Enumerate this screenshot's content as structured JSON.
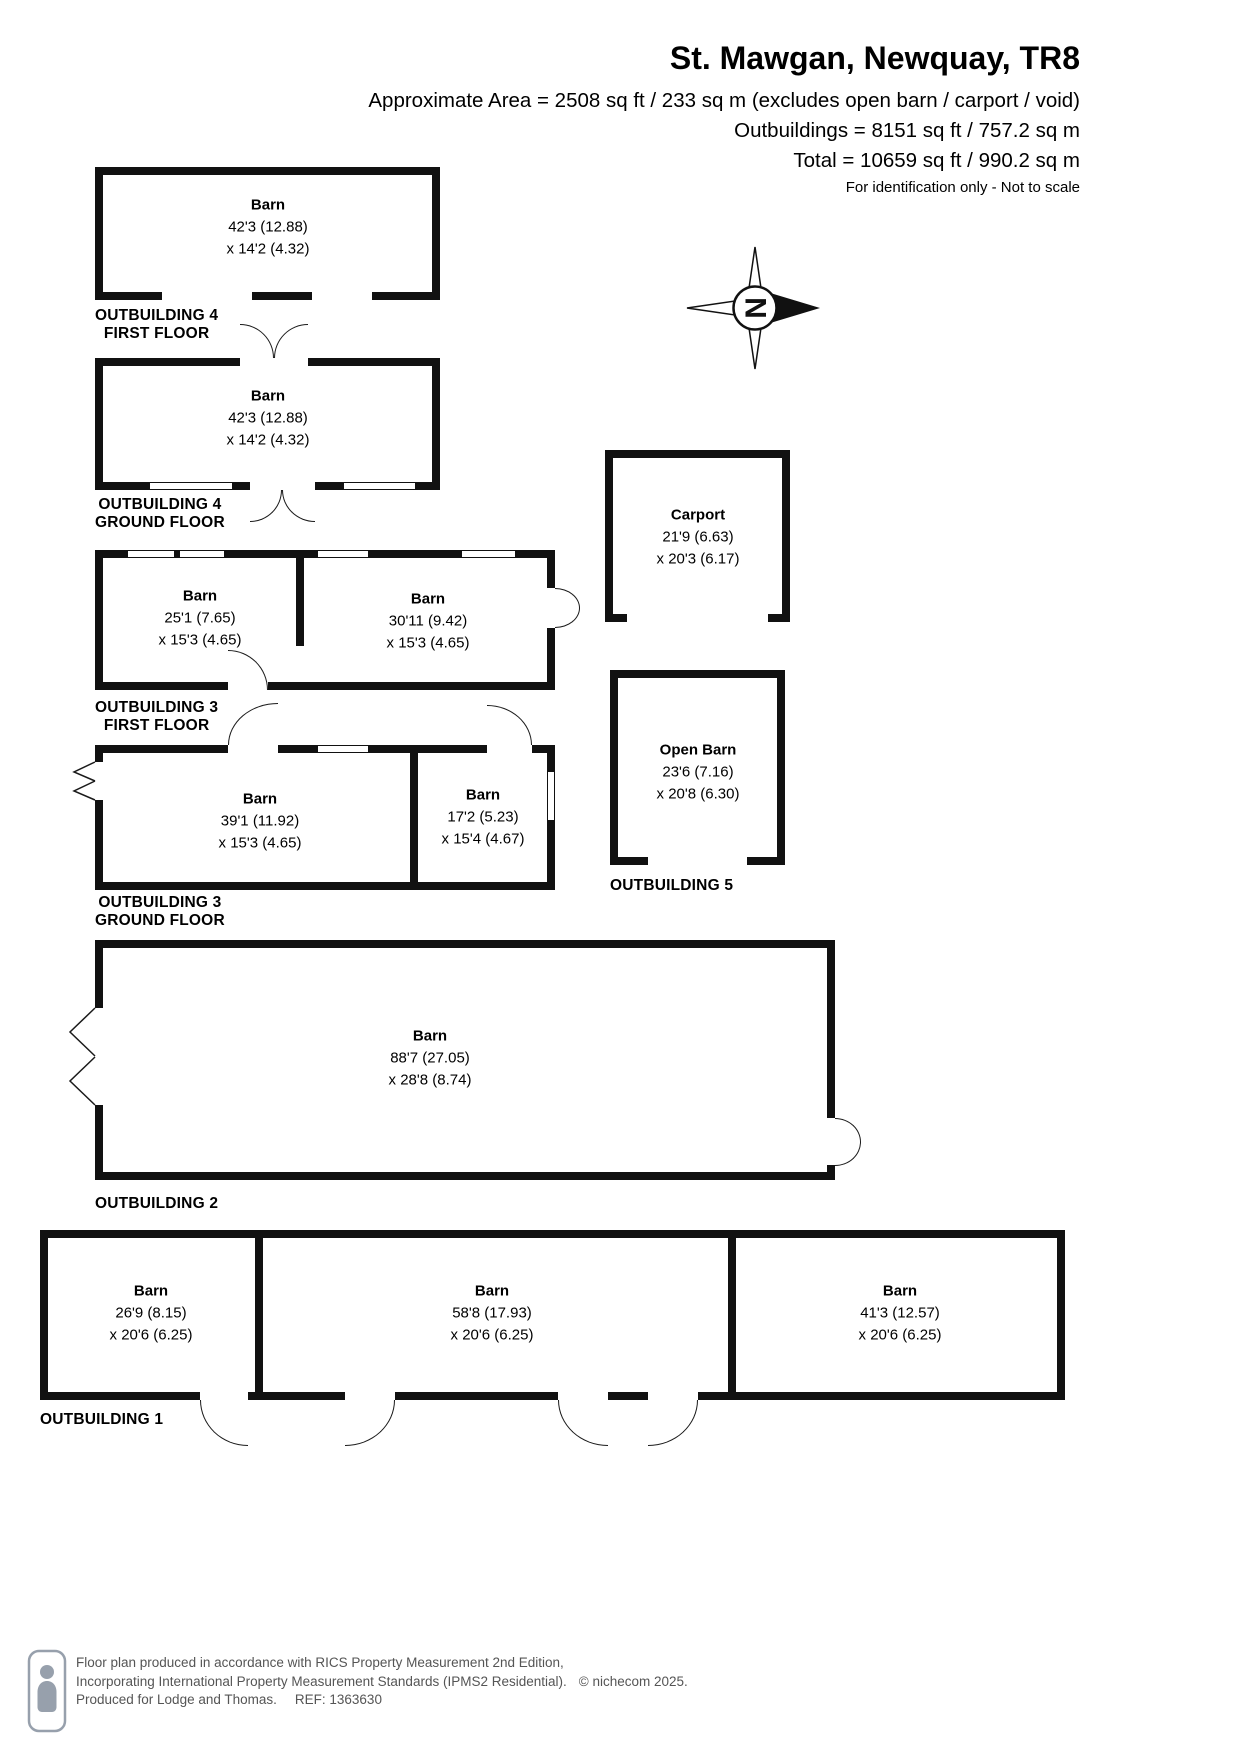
{
  "header": {
    "title": "St. Mawgan, Newquay, TR8",
    "area_lines": [
      "Approximate Area = 2508 sq ft / 233 sq m (excludes open barn / carport / void)",
      "Outbuildings = 8151 sq ft / 757.2 sq m",
      "Total = 10659 sq ft / 990.2 sq m"
    ],
    "disclaimer": "For identification only - Not to scale"
  },
  "compass": {
    "north_label": "N"
  },
  "rooms": {
    "ob4_first": {
      "name": "Barn",
      "dim1": "42'3 (12.88)",
      "dim2": "x 14'2 (4.32)"
    },
    "ob4_ground": {
      "name": "Barn",
      "dim1": "42'3 (12.88)",
      "dim2": "x 14'2 (4.32)"
    },
    "carport": {
      "name": "Carport",
      "dim1": "21'9 (6.63)",
      "dim2": "x 20'3 (6.17)"
    },
    "ob3_first_left": {
      "name": "Barn",
      "dim1": "25'1 (7.65)",
      "dim2": "x 15'3 (4.65)"
    },
    "ob3_first_right": {
      "name": "Barn",
      "dim1": "30'11 (9.42)",
      "dim2": "x 15'3 (4.65)"
    },
    "open_barn": {
      "name": "Open Barn",
      "dim1": "23'6 (7.16)",
      "dim2": "x 20'8 (6.30)"
    },
    "ob3_ground_left": {
      "name": "Barn",
      "dim1": "39'1 (11.92)",
      "dim2": "x 15'3 (4.65)"
    },
    "ob3_ground_right": {
      "name": "Barn",
      "dim1": "17'2 (5.23)",
      "dim2": "x 15'4 (4.67)"
    },
    "ob2": {
      "name": "Barn",
      "dim1": "88'7 (27.05)",
      "dim2": "x 28'8 (8.74)"
    },
    "ob1_left": {
      "name": "Barn",
      "dim1": "26'9 (8.15)",
      "dim2": "x 20'6 (6.25)"
    },
    "ob1_mid": {
      "name": "Barn",
      "dim1": "58'8 (17.93)",
      "dim2": "x 20'6 (6.25)"
    },
    "ob1_right": {
      "name": "Barn",
      "dim1": "41'3 (12.57)",
      "dim2": "x 20'6 (6.25)"
    }
  },
  "captions": {
    "ob4_first": {
      "line1": "OUTBUILDING 4",
      "line2": "FIRST FLOOR"
    },
    "ob4_ground": {
      "line1": "OUTBUILDING 4",
      "line2": "GROUND FLOOR"
    },
    "ob3_first": {
      "line1": "OUTBUILDING 3",
      "line2": "FIRST FLOOR"
    },
    "ob3_ground": {
      "line1": "OUTBUILDING 3",
      "line2": "GROUND FLOOR"
    },
    "ob5": {
      "line1": "OUTBUILDING 5"
    },
    "ob2": {
      "line1": "OUTBUILDING 2"
    },
    "ob1": {
      "line1": "OUTBUILDING 1"
    }
  },
  "footer": {
    "line1": "Floor plan produced in accordance with RICS Property Measurement 2nd Edition,",
    "line2": "Incorporating International Property Measurement Standards (IPMS2 Residential).",
    "copyright": "© nichecom 2025.",
    "line3": "Produced for Lodge and Thomas.",
    "ref": "REF: 1363630"
  },
  "colors": {
    "wall": "#111111",
    "text": "#000000",
    "footer_text": "#555555"
  }
}
